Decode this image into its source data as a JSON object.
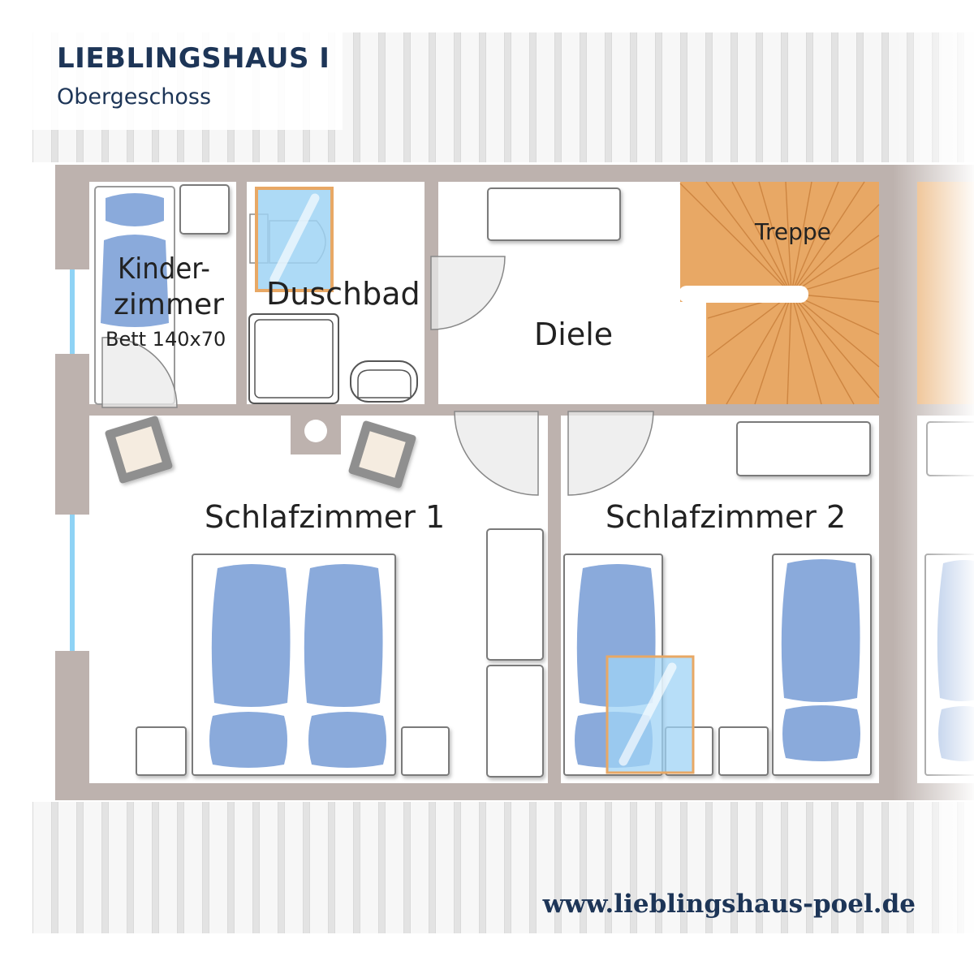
{
  "header": {
    "title": "LIEBLINGSHAUS I",
    "subtitle": "Obergeschoss"
  },
  "rooms": {
    "kinderzimmer_line1": "Kinder-",
    "kinderzimmer_line2": "zimmer",
    "kinderzimmer_bed": "Bett 140x70",
    "duschbad": "Duschbad",
    "diele": "Diele",
    "treppe": "Treppe",
    "schlafzimmer1": "Schlafzimmer 1",
    "schlafzimmer2": "Schlafzimmer 2"
  },
  "footer": {
    "url": "www.lieblingshaus-poel.de"
  },
  "colors": {
    "wall": "#bdb2ae",
    "roof_stripe": "#e4e4e4",
    "bedding": "#8aaadb",
    "stairs": "#e8a865",
    "skylight": "#9fd3f5",
    "window": "#8fd3f5",
    "title_text": "#1d3557"
  }
}
